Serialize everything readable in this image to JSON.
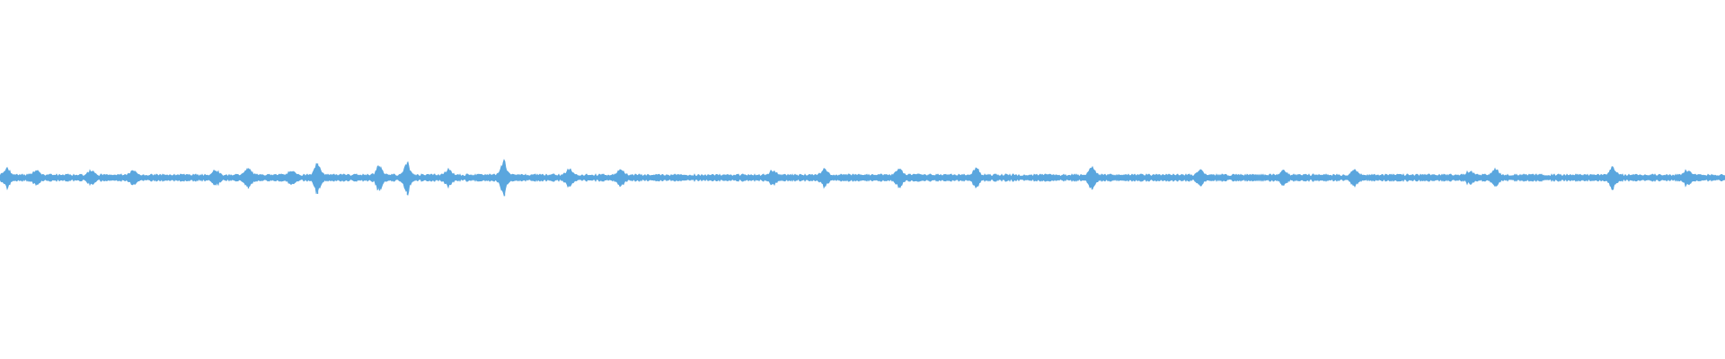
{
  "waveform": {
    "color": "#5aa6de",
    "background": "#ffffff",
    "baseline_amplitude": 0.018,
    "noise_amplitude": 0.012,
    "peaks": [
      {
        "position": 0.004,
        "amplitude": 0.045
      },
      {
        "position": 0.021,
        "amplitude": 0.03
      },
      {
        "position": 0.053,
        "amplitude": 0.028
      },
      {
        "position": 0.077,
        "amplitude": 0.03
      },
      {
        "position": 0.125,
        "amplitude": 0.035
      },
      {
        "position": 0.144,
        "amplitude": 0.05
      },
      {
        "position": 0.169,
        "amplitude": 0.03
      },
      {
        "position": 0.184,
        "amplitude": 0.075
      },
      {
        "position": 0.22,
        "amplitude": 0.06
      },
      {
        "position": 0.236,
        "amplitude": 0.08
      },
      {
        "position": 0.26,
        "amplitude": 0.035
      },
      {
        "position": 0.292,
        "amplitude": 0.085
      },
      {
        "position": 0.33,
        "amplitude": 0.04
      },
      {
        "position": 0.36,
        "amplitude": 0.035
      },
      {
        "position": 0.448,
        "amplitude": 0.03
      },
      {
        "position": 0.478,
        "amplitude": 0.035
      },
      {
        "position": 0.521,
        "amplitude": 0.045
      },
      {
        "position": 0.566,
        "amplitude": 0.04
      },
      {
        "position": 0.633,
        "amplitude": 0.055
      },
      {
        "position": 0.696,
        "amplitude": 0.035
      },
      {
        "position": 0.744,
        "amplitude": 0.03
      },
      {
        "position": 0.785,
        "amplitude": 0.035
      },
      {
        "position": 0.852,
        "amplitude": 0.03
      },
      {
        "position": 0.867,
        "amplitude": 0.04
      },
      {
        "position": 0.935,
        "amplitude": 0.055
      },
      {
        "position": 0.978,
        "amplitude": 0.03
      }
    ]
  }
}
